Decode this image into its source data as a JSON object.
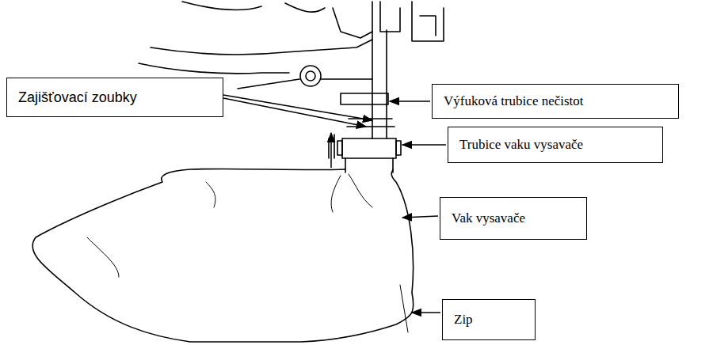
{
  "diagram": {
    "nodes": [
      {
        "text": [
          "Zajišťovací zoubky"
        ]
      },
      {
        "text": [
          "Výfuková trubice nečistot"
        ]
      },
      {
        "text": [
          "Trubice vaku vysavače"
        ]
      },
      {
        "text": [
          "Vak vysavače"
        ]
      },
      {
        "text": [
          "Zip"
        ]
      }
    ]
  }
}
